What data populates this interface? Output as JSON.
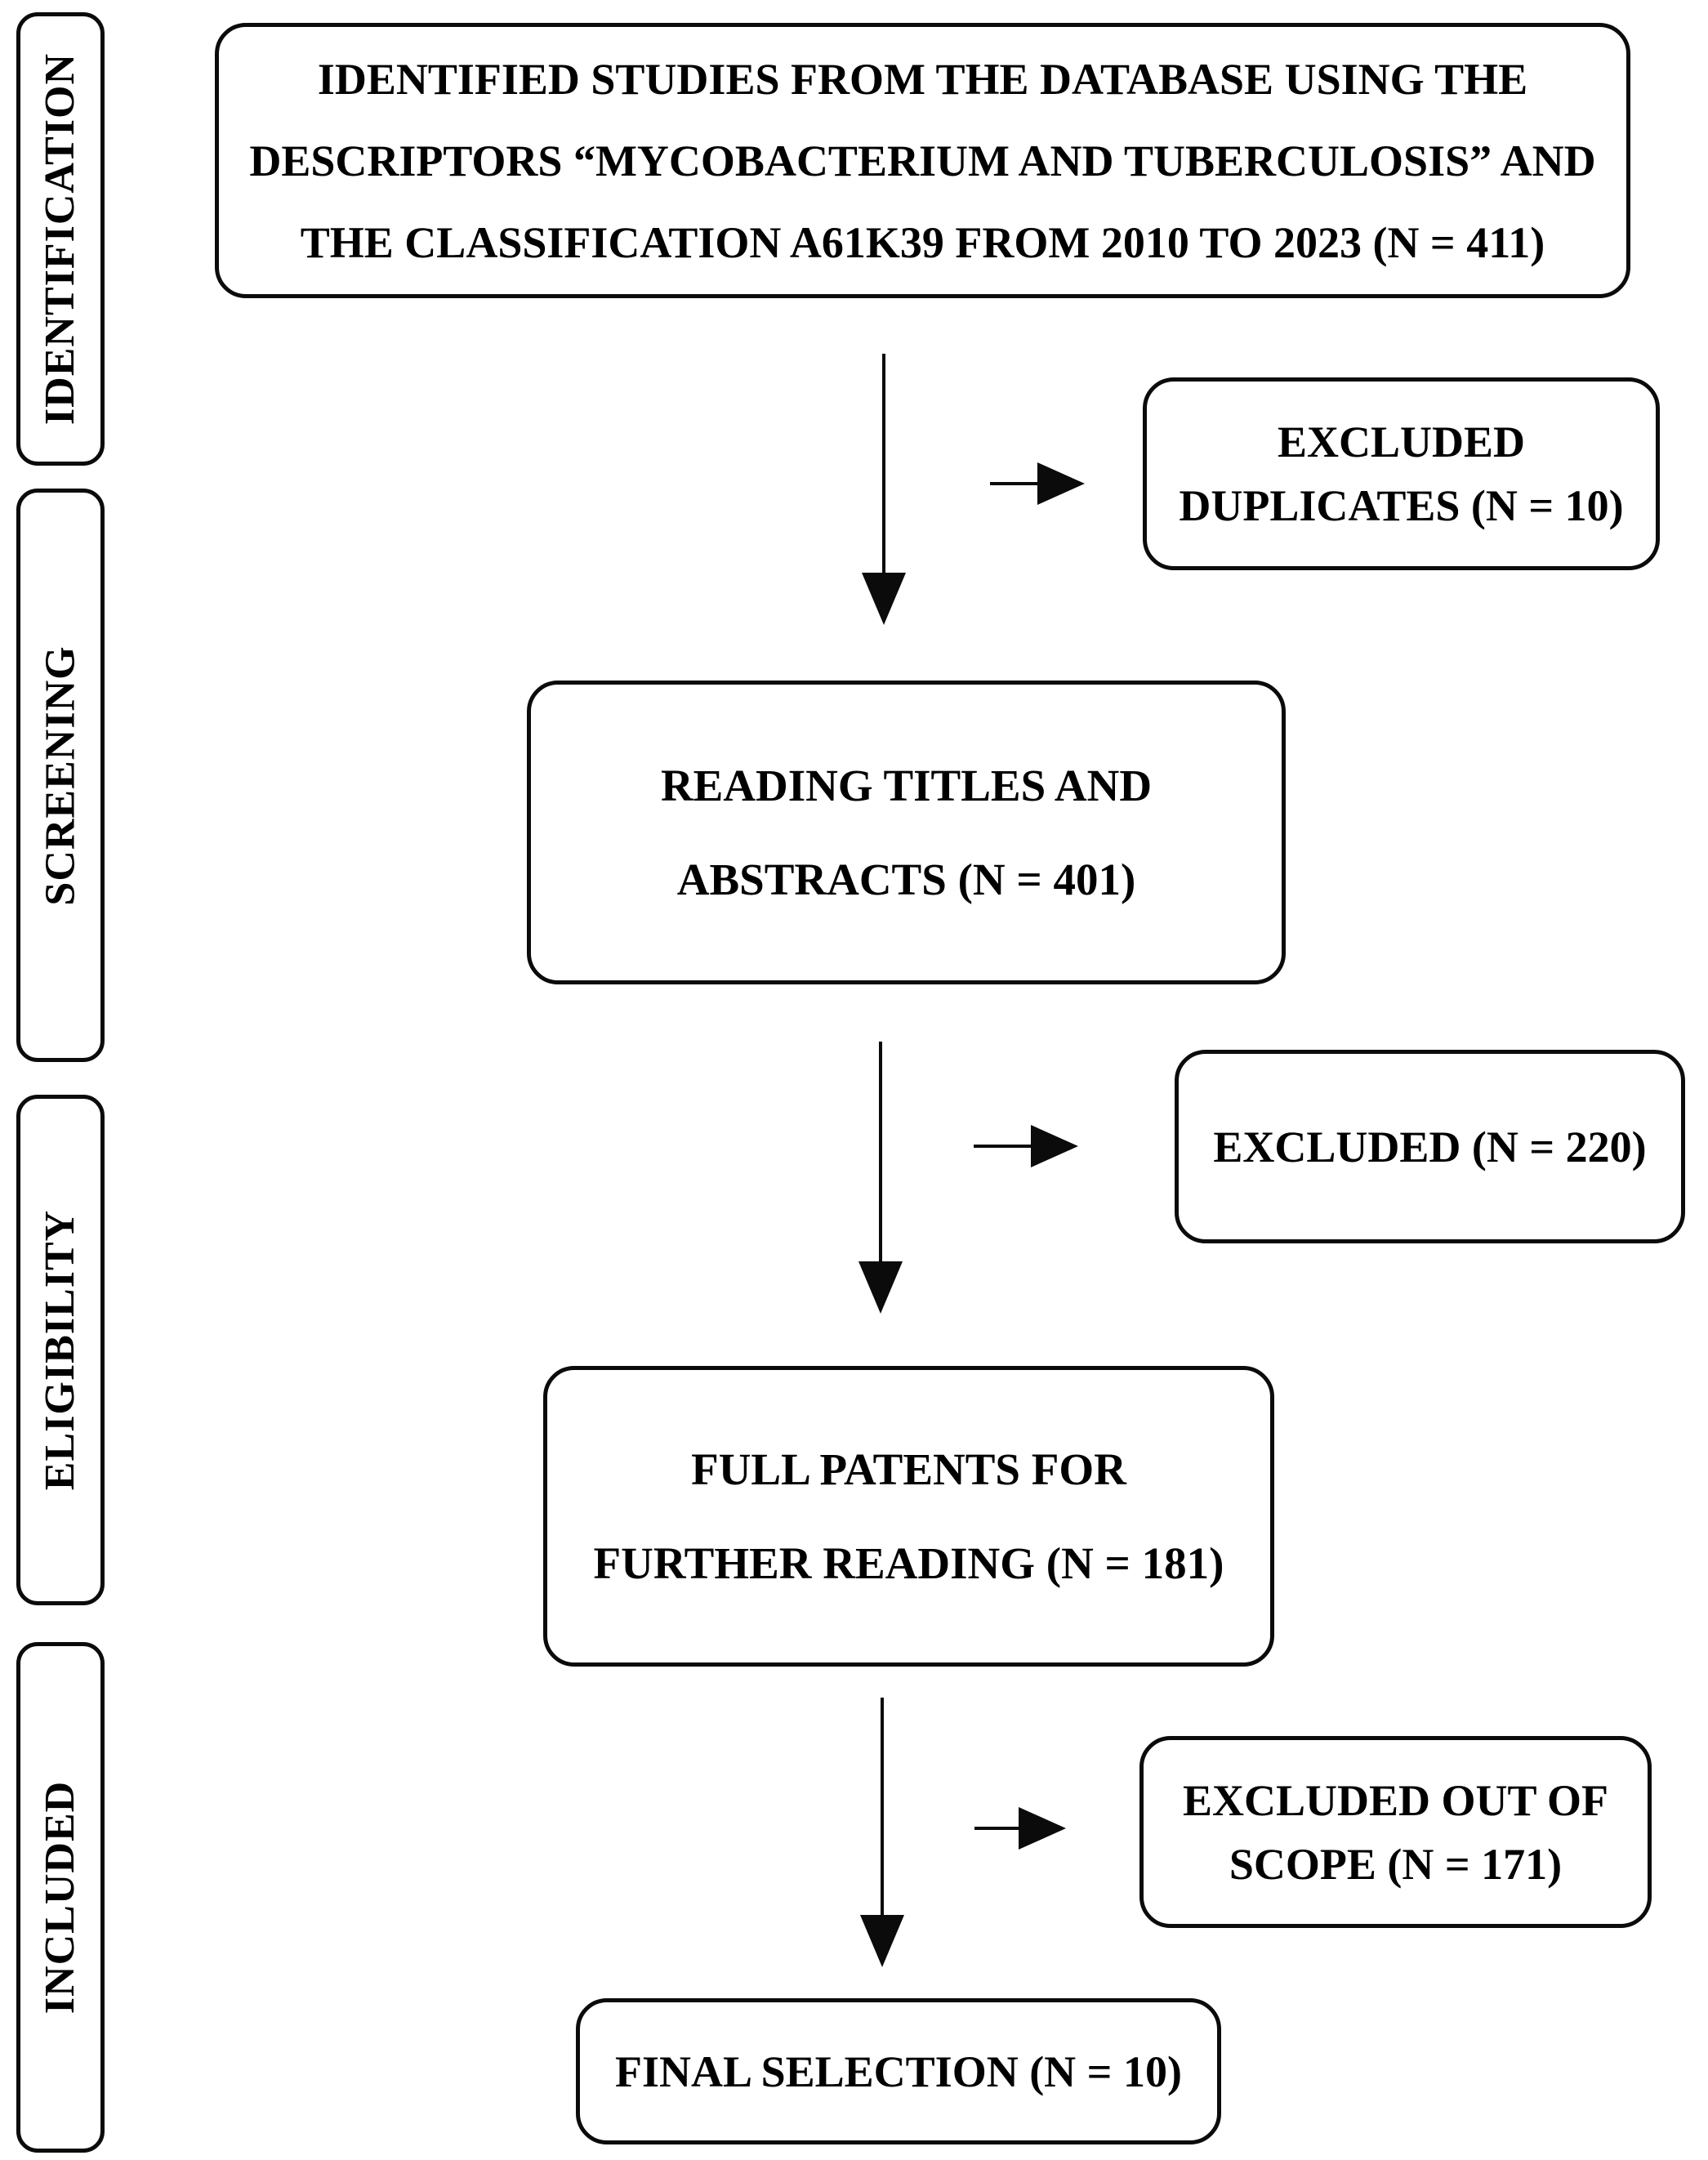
{
  "diagram": {
    "type": "prisma-flowchart",
    "ink_color": "#000000",
    "background_color": "#ffffff"
  },
  "sidebar": {
    "stages": [
      {
        "label": "IDENTIFICATION"
      },
      {
        "label": "SCREENING"
      },
      {
        "label": "ELIGIBILITY"
      },
      {
        "label": "INCLUDED"
      }
    ]
  },
  "flow": {
    "identified_studies": {
      "n": 411,
      "lines": [
        "IDENTIFIED STUDIES FROM THE DATABASE USING THE",
        "DESCRIPTORS “MYCOBACTERIUM AND TUBERCULOSIS” AND",
        "THE CLASSIFICATION A61K39 FROM 2010 TO 2023 (N = 411)"
      ]
    },
    "excluded_duplicates": {
      "n": 10,
      "lines": [
        "EXCLUDED",
        "DUPLICATES (N = 10)"
      ]
    },
    "reading_titles": {
      "n": 401,
      "lines": [
        "READING TITLES AND",
        "ABSTRACTS (N = 401)"
      ]
    },
    "excluded_screening": {
      "n": 220,
      "lines": [
        "EXCLUDED (N = 220)"
      ]
    },
    "full_patents": {
      "n": 181,
      "lines": [
        "FULL PATENTS FOR",
        "FURTHER READING (N = 181)"
      ]
    },
    "excluded_out_of_scope": {
      "n": 171,
      "lines": [
        "EXCLUDED OUT OF",
        "SCOPE (N = 171)"
      ]
    },
    "final_selection": {
      "n": 10,
      "lines": [
        "FINAL SELECTION (N = 10)"
      ]
    }
  }
}
